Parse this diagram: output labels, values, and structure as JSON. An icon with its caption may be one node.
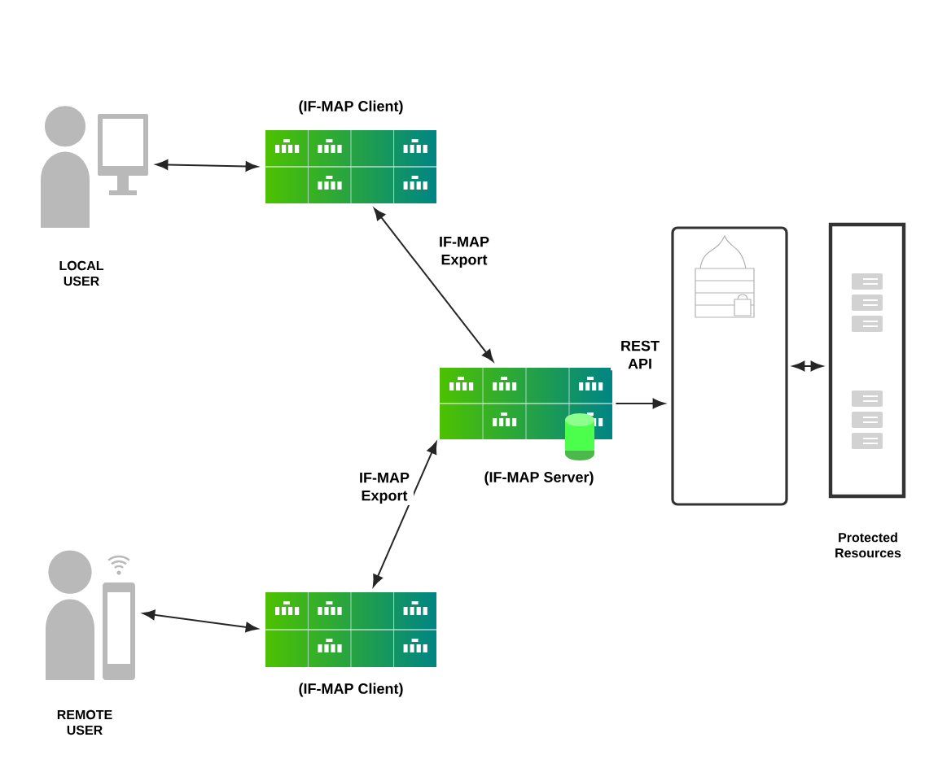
{
  "diagram": {
    "nodes": [
      {
        "text": [],
        "shape": "person",
        "beside": [
          "LOCAL USER"
        ]
      },
      {
        "text": [
          "(IF-MAP Client)"
        ]
      },
      {
        "text": [
          "(IF-MAP Server)"
        ]
      },
      {
        "text": [],
        "shape": "box"
      },
      {
        "text": [],
        "shape": "box",
        "beside": [
          "Protected Resources"
        ]
      },
      {
        "text": [],
        "shape": "person",
        "beside": [
          "REMOTE USER"
        ]
      },
      {
        "text": [
          "(IF-MAP Client)"
        ]
      }
    ],
    "edges": [
      {
        "from": 0,
        "to": 1,
        "arrow": "both"
      },
      {
        "from": 1,
        "to": 2,
        "arrow": "both",
        "label": "IF-MAP Export"
      },
      {
        "from": 2,
        "to": 3,
        "arrow": "to",
        "label": "REST API"
      },
      {
        "from": 3,
        "to": 4,
        "arrow": "both"
      },
      {
        "from": 6,
        "to": 2,
        "arrow": "both",
        "label": "IF-MAP Export"
      },
      {
        "from": 5,
        "to": 6,
        "arrow": "both"
      }
    ]
  }
}
